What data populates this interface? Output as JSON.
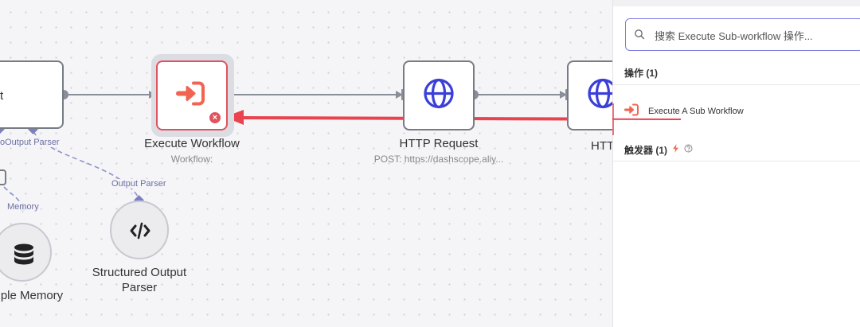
{
  "canvas": {
    "nodes": {
      "partial_left_label": "t",
      "execute_workflow": {
        "label": "Execute Workflow",
        "subtitle": "Workflow:"
      },
      "http_request": {
        "label": "HTTP Request",
        "subtitle": "POST: https://dashscope.aliy..."
      },
      "http_download": {
        "label": "HTTP 下载"
      },
      "simple_memory": {
        "label": "ple Memory"
      },
      "structured_output_parser": {
        "label_line1": "Structured Output",
        "label_line2": "Parser"
      }
    },
    "port_labels": {
      "auto_output_parser": "oOutput Parser",
      "output_parser": "Output Parser",
      "memory": "Memory"
    }
  },
  "panel": {
    "search": {
      "placeholder": "搜索 Execute Sub-workflow 操作...",
      "value": ""
    },
    "actions_title": "操作 (1)",
    "action_item": "Execute A Sub Workflow",
    "triggers_title": "触发器 (1)"
  },
  "colors": {
    "accent_red": "#e0525e",
    "globe_blue": "#3a3fd8",
    "node_border": "#777b84",
    "port_purple": "#7b7fc4",
    "search_border": "#7a7de0"
  },
  "icons": {
    "execute_workflow": "sign-in-arrow-icon",
    "http": "globe-icon",
    "memory": "database-icon",
    "parser": "code-icon",
    "search": "search-icon",
    "trigger": "lightning-icon",
    "help": "help-circle-icon",
    "error": "error-x-icon"
  }
}
